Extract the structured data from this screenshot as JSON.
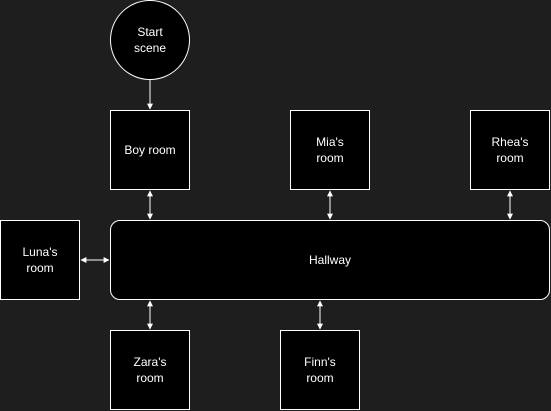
{
  "diagram": {
    "colors": {
      "background": "#1e1e1e",
      "node_fill": "#000000",
      "stroke": "#ffffff",
      "text": "#ffffff"
    },
    "nodes": {
      "start": "Start\nscene",
      "boy_room": "Boy room",
      "mia_room": "Mia's\nroom",
      "rhea_room": "Rhea's\nroom",
      "luna_room": "Luna's\nroom",
      "hallway": "Hallway",
      "zara_room": "Zara's\nroom",
      "finn_room": "Finn's\nroom"
    }
  }
}
